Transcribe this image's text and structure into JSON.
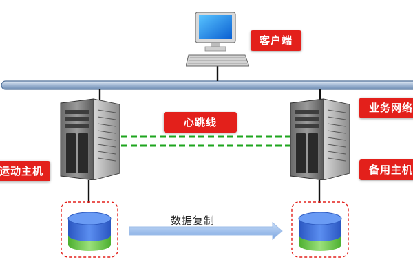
{
  "labels": {
    "client": "客户端",
    "heartbeat": "心跳线",
    "business_network": "业务网络",
    "master_host": "运动主机",
    "backup_host": "备用主机",
    "data_replication": "数据复制"
  },
  "icons": {
    "client_computer": "desktop-computer-icon",
    "master_server": "tower-server-icon",
    "backup_server": "tower-server-icon",
    "master_storage": "database-disk-icon",
    "backup_storage": "database-disk-icon"
  },
  "colors": {
    "label_red": "#e3201b",
    "heartbeat_green": "#1ea51e",
    "network_bar": "#9fb6d3",
    "arrow_blue": "#8fb6ea",
    "db_blue": "#3f6fd1",
    "db_green": "#6ccf4e",
    "dashed_red": "#e3201b"
  }
}
